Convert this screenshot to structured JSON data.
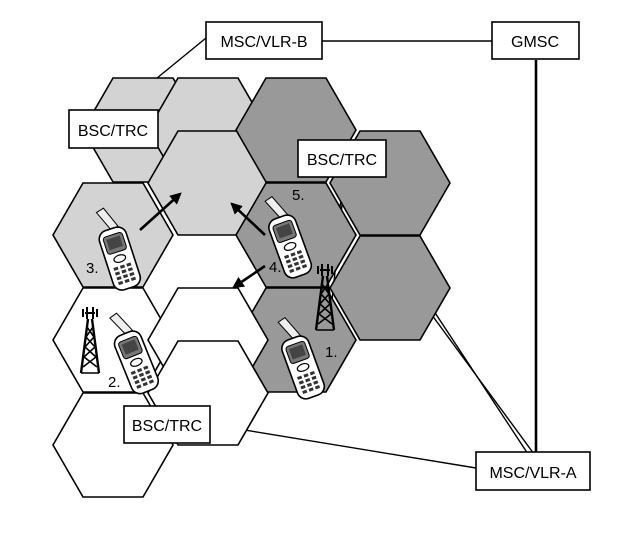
{
  "nodes": {
    "msc_vlr_b": "MSC/VLR-B",
    "gmsc": "GMSC",
    "msc_vlr_a": "MSC/VLR-A",
    "bsc_top_left": "BSC/TRC",
    "bsc_top_right": "BSC/TRC",
    "bsc_bottom": "BSC/TRC"
  },
  "steps": {
    "s1": "1.",
    "s2": "2.",
    "s3": "3.",
    "s4": "4.",
    "s5": "5."
  },
  "colors": {
    "light_gray": "#d3d3d3",
    "dark_gray": "#999999",
    "white": "#ffffff",
    "line": "#000000"
  },
  "icons": {
    "phone": "mobile-phone-icon",
    "tower": "antenna-tower-icon",
    "arrow": "movement-arrow-icon"
  }
}
